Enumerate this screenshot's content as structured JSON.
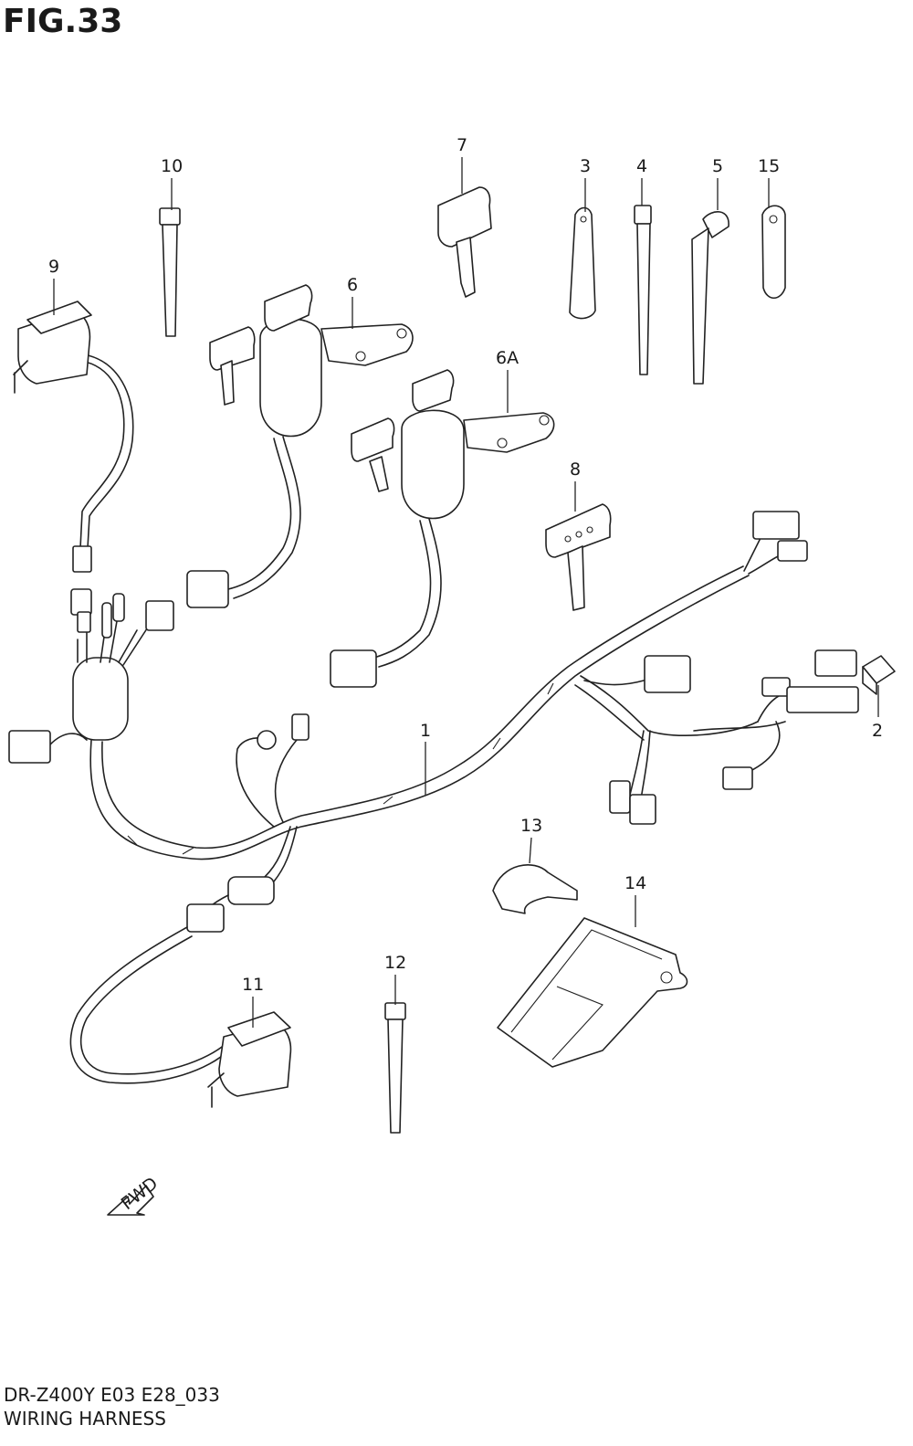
{
  "figure": {
    "title": "FIG.33",
    "model_code": "DR-Z400Y E03 E28_033",
    "name": "WIRING HARNESS"
  },
  "fwd_arrow": {
    "text": "FWD"
  },
  "callouts": [
    {
      "id": "c1",
      "label": "1"
    },
    {
      "id": "c2",
      "label": "2"
    },
    {
      "id": "c3",
      "label": "3"
    },
    {
      "id": "c4",
      "label": "4"
    },
    {
      "id": "c5",
      "label": "5"
    },
    {
      "id": "c6",
      "label": "6"
    },
    {
      "id": "c6a",
      "label": "6A"
    },
    {
      "id": "c7",
      "label": "7"
    },
    {
      "id": "c8",
      "label": "8"
    },
    {
      "id": "c9",
      "label": "9"
    },
    {
      "id": "c10",
      "label": "10"
    },
    {
      "id": "c11",
      "label": "11"
    },
    {
      "id": "c12",
      "label": "12"
    },
    {
      "id": "c13",
      "label": "13"
    },
    {
      "id": "c14",
      "label": "14"
    },
    {
      "id": "c15",
      "label": "15"
    }
  ]
}
